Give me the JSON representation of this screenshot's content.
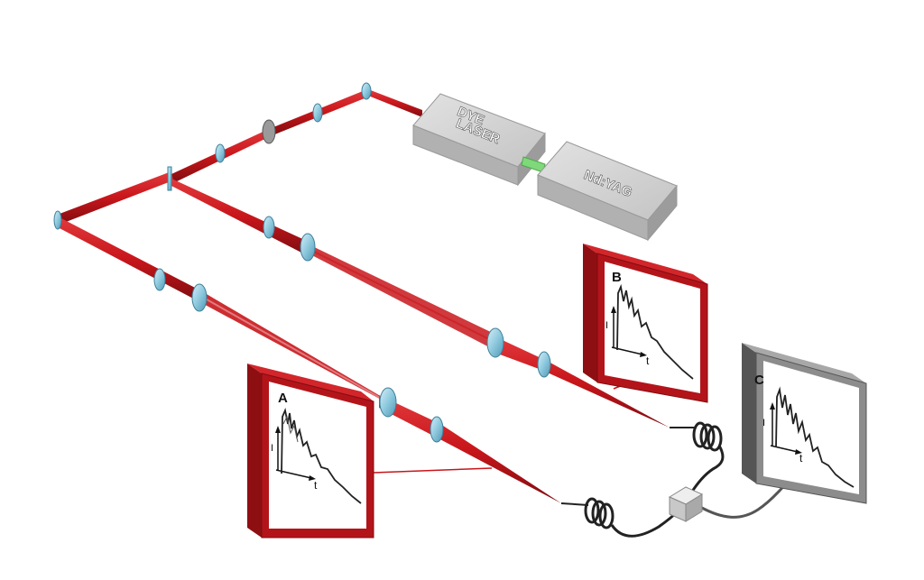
{
  "boxes": {
    "dye_laser_line1": "DYE",
    "dye_laser_line2": "LASER",
    "ndyag": "Nd:YAG"
  },
  "panels": {
    "a": {
      "letter": "A",
      "y_axis": "I",
      "x_axis": "t"
    },
    "b": {
      "letter": "B",
      "y_axis": "I",
      "x_axis": "t"
    },
    "c": {
      "letter": "C",
      "y_axis": "I",
      "x_axis": "t"
    }
  },
  "colors": {
    "beam": "#c8161b",
    "beam_dark": "#8e0f12",
    "frame_red": "#b3141a",
    "frame_gray": "#8c8c8c",
    "lens": "#8ec9de",
    "box": "#c9c9c9",
    "pump": "#7fd87a"
  }
}
